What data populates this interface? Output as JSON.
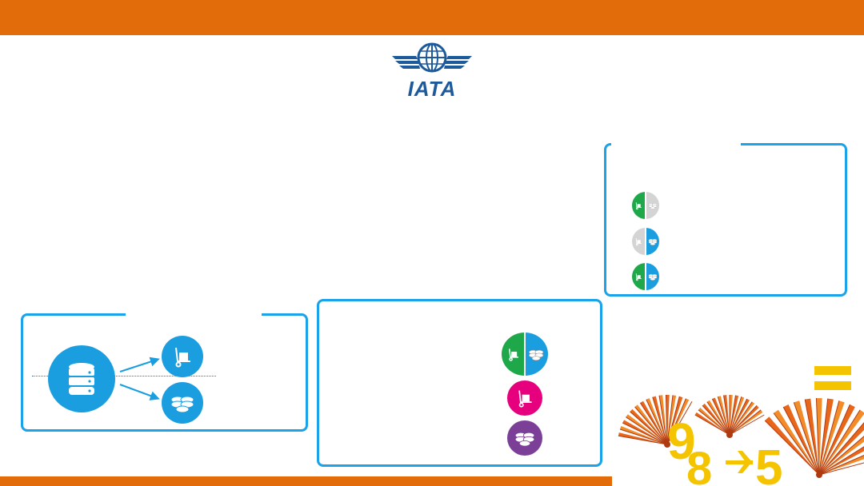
{
  "header": {
    "bar_color": "#e36c0a",
    "bottom_bar_color": "#e36c0a"
  },
  "logo": {
    "text": "IATA",
    "icon": "iata-globe-wings-logo",
    "color": "#1c5a9c"
  },
  "colors": {
    "panel_border": "#1aa3e8",
    "blue": "#1a9ee0",
    "green": "#1ea84a",
    "grey": "#d4d4d4",
    "magenta": "#e6007e",
    "purple": "#7b3f98",
    "orange": "#f39200",
    "yellow": "#f5c400"
  },
  "legend_panel": {
    "items": [
      {
        "icon": "cart-coins-green-grey-icon"
      },
      {
        "icon": "cart-coins-grey-blue-icon"
      },
      {
        "icon": "cart-coins-green-blue-icon"
      }
    ]
  },
  "database_panel": {
    "source_icon": "database-icon",
    "targets": [
      {
        "icon": "baggage-cart-icon"
      },
      {
        "icon": "coins-icon"
      }
    ]
  },
  "middle_panel": {
    "items": [
      {
        "icon": "cart-coins-green-blue-icon"
      },
      {
        "icon": "baggage-cart-magenta-icon"
      },
      {
        "icon": "coins-purple-icon"
      }
    ]
  },
  "graphic": {
    "digits": [
      "9",
      "8",
      "5"
    ],
    "icon": "hand-fans-numbers-graphic"
  }
}
